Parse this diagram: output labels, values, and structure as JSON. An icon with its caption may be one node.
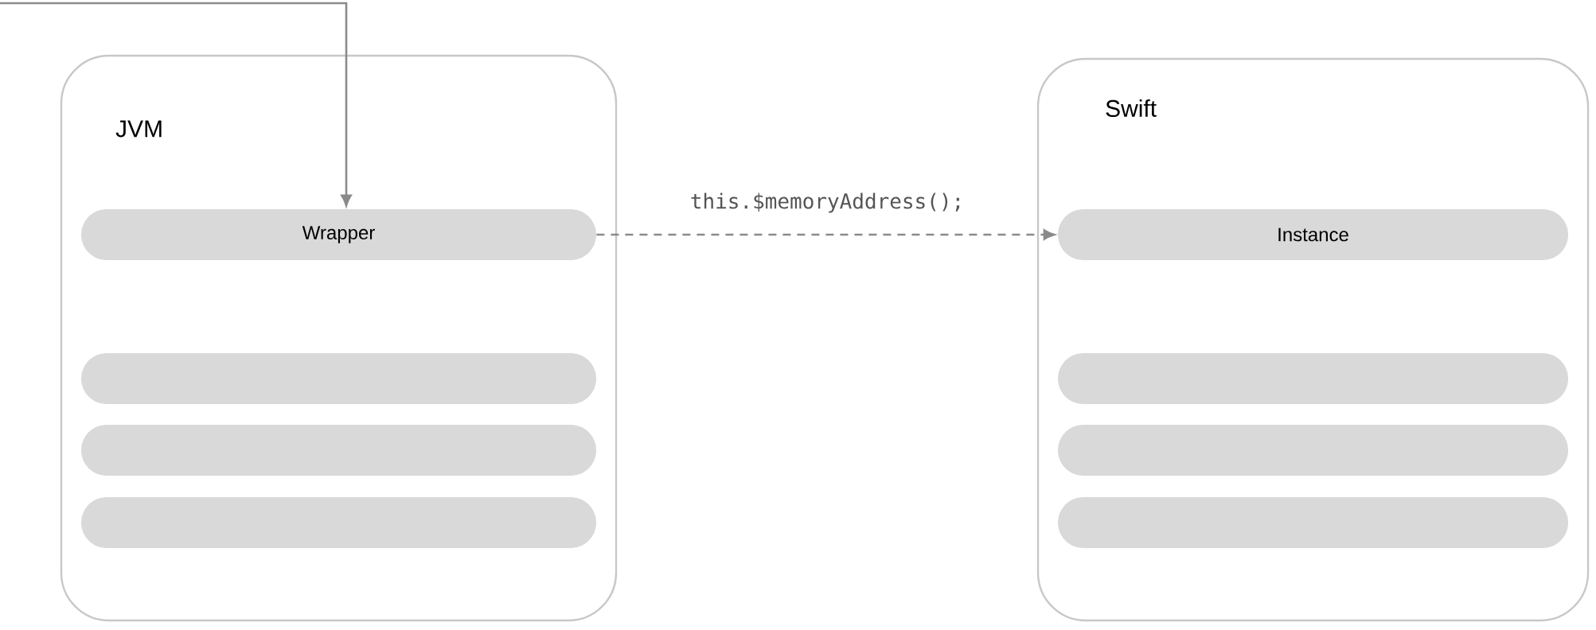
{
  "diagram": {
    "nodes": [
      {
        "text": [
          "JVM"
        ]
      },
      {
        "text": [
          "Wrapper"
        ],
        "in": 0
      },
      {
        "text": [],
        "shape": "bar",
        "in": 0
      },
      {
        "text": [],
        "shape": "bar",
        "in": 0
      },
      {
        "text": [],
        "shape": "bar",
        "in": 0
      },
      {
        "text": [
          "Swift"
        ]
      },
      {
        "text": [
          "Instance"
        ],
        "in": 5
      },
      {
        "text": [],
        "shape": "bar",
        "in": 5
      },
      {
        "text": [],
        "shape": "bar",
        "in": 5
      },
      {
        "text": [],
        "shape": "bar",
        "in": 5
      }
    ],
    "edges": [
      {
        "from": null,
        "to": 1,
        "arrow": "to"
      },
      {
        "from": 1,
        "to": 6,
        "arrow": "to",
        "style": "dashed",
        "label": "this.$memoryAddress();"
      }
    ]
  }
}
